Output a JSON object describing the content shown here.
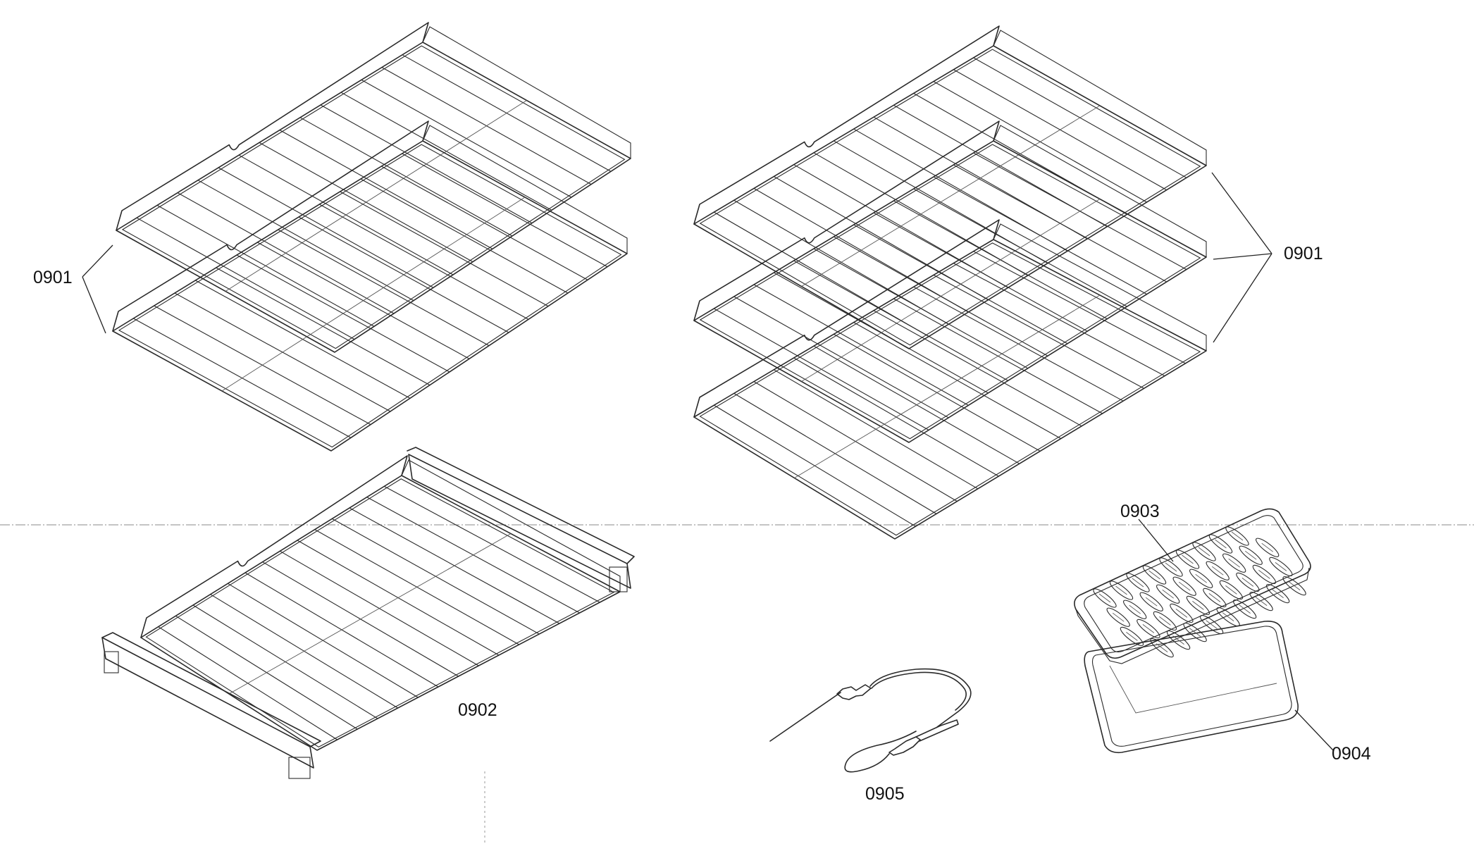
{
  "labels": {
    "rack_pair_left": "0901",
    "rack_triple_right": "0901",
    "telescopic_rack": "0902",
    "broil_grid": "0903",
    "broil_pan": "0904",
    "meat_probe": "0905"
  }
}
